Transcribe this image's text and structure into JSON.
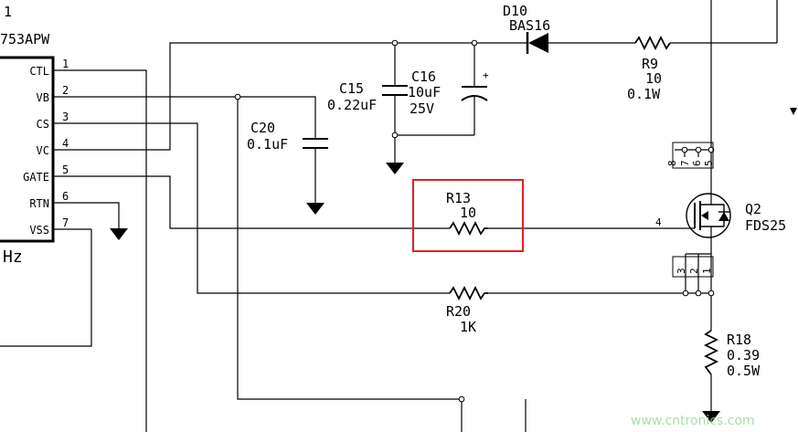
{
  "ic": {
    "ref": "1",
    "part": "753APW",
    "freq": "Hz",
    "pins": [
      {
        "name": "CTL",
        "num": "1"
      },
      {
        "name": "VB",
        "num": "2"
      },
      {
        "name": "CS",
        "num": "3"
      },
      {
        "name": "VC",
        "num": "4"
      },
      {
        "name": "GATE",
        "num": "5"
      },
      {
        "name": "RTN",
        "num": "6"
      },
      {
        "name": "VSS",
        "num": "7"
      }
    ]
  },
  "d10": {
    "ref": "D10",
    "part": "BAS16"
  },
  "r9": {
    "ref": "R9",
    "value": "10",
    "power": "0.1W"
  },
  "c15": {
    "ref": "C15",
    "value": "0.22uF"
  },
  "c16": {
    "ref": "C16",
    "value": "10uF",
    "voltage": "25V",
    "polarity": "+"
  },
  "c20": {
    "ref": "C20",
    "value": "0.1uF"
  },
  "r13": {
    "ref": "R13",
    "value": "10",
    "highlight_color": "#e02020"
  },
  "r20": {
    "ref": "R20",
    "value": "1K"
  },
  "r18": {
    "ref": "R18",
    "value": "0.39",
    "power": "0.5W"
  },
  "q2": {
    "ref": "Q2",
    "part": "FDS25",
    "gate_pin": "4",
    "drain_pins": [
      "8",
      "7",
      "6",
      "5"
    ],
    "source_pins": [
      "3",
      "2",
      "1"
    ]
  },
  "watermark": {
    "text": "www.cntronics.com"
  }
}
